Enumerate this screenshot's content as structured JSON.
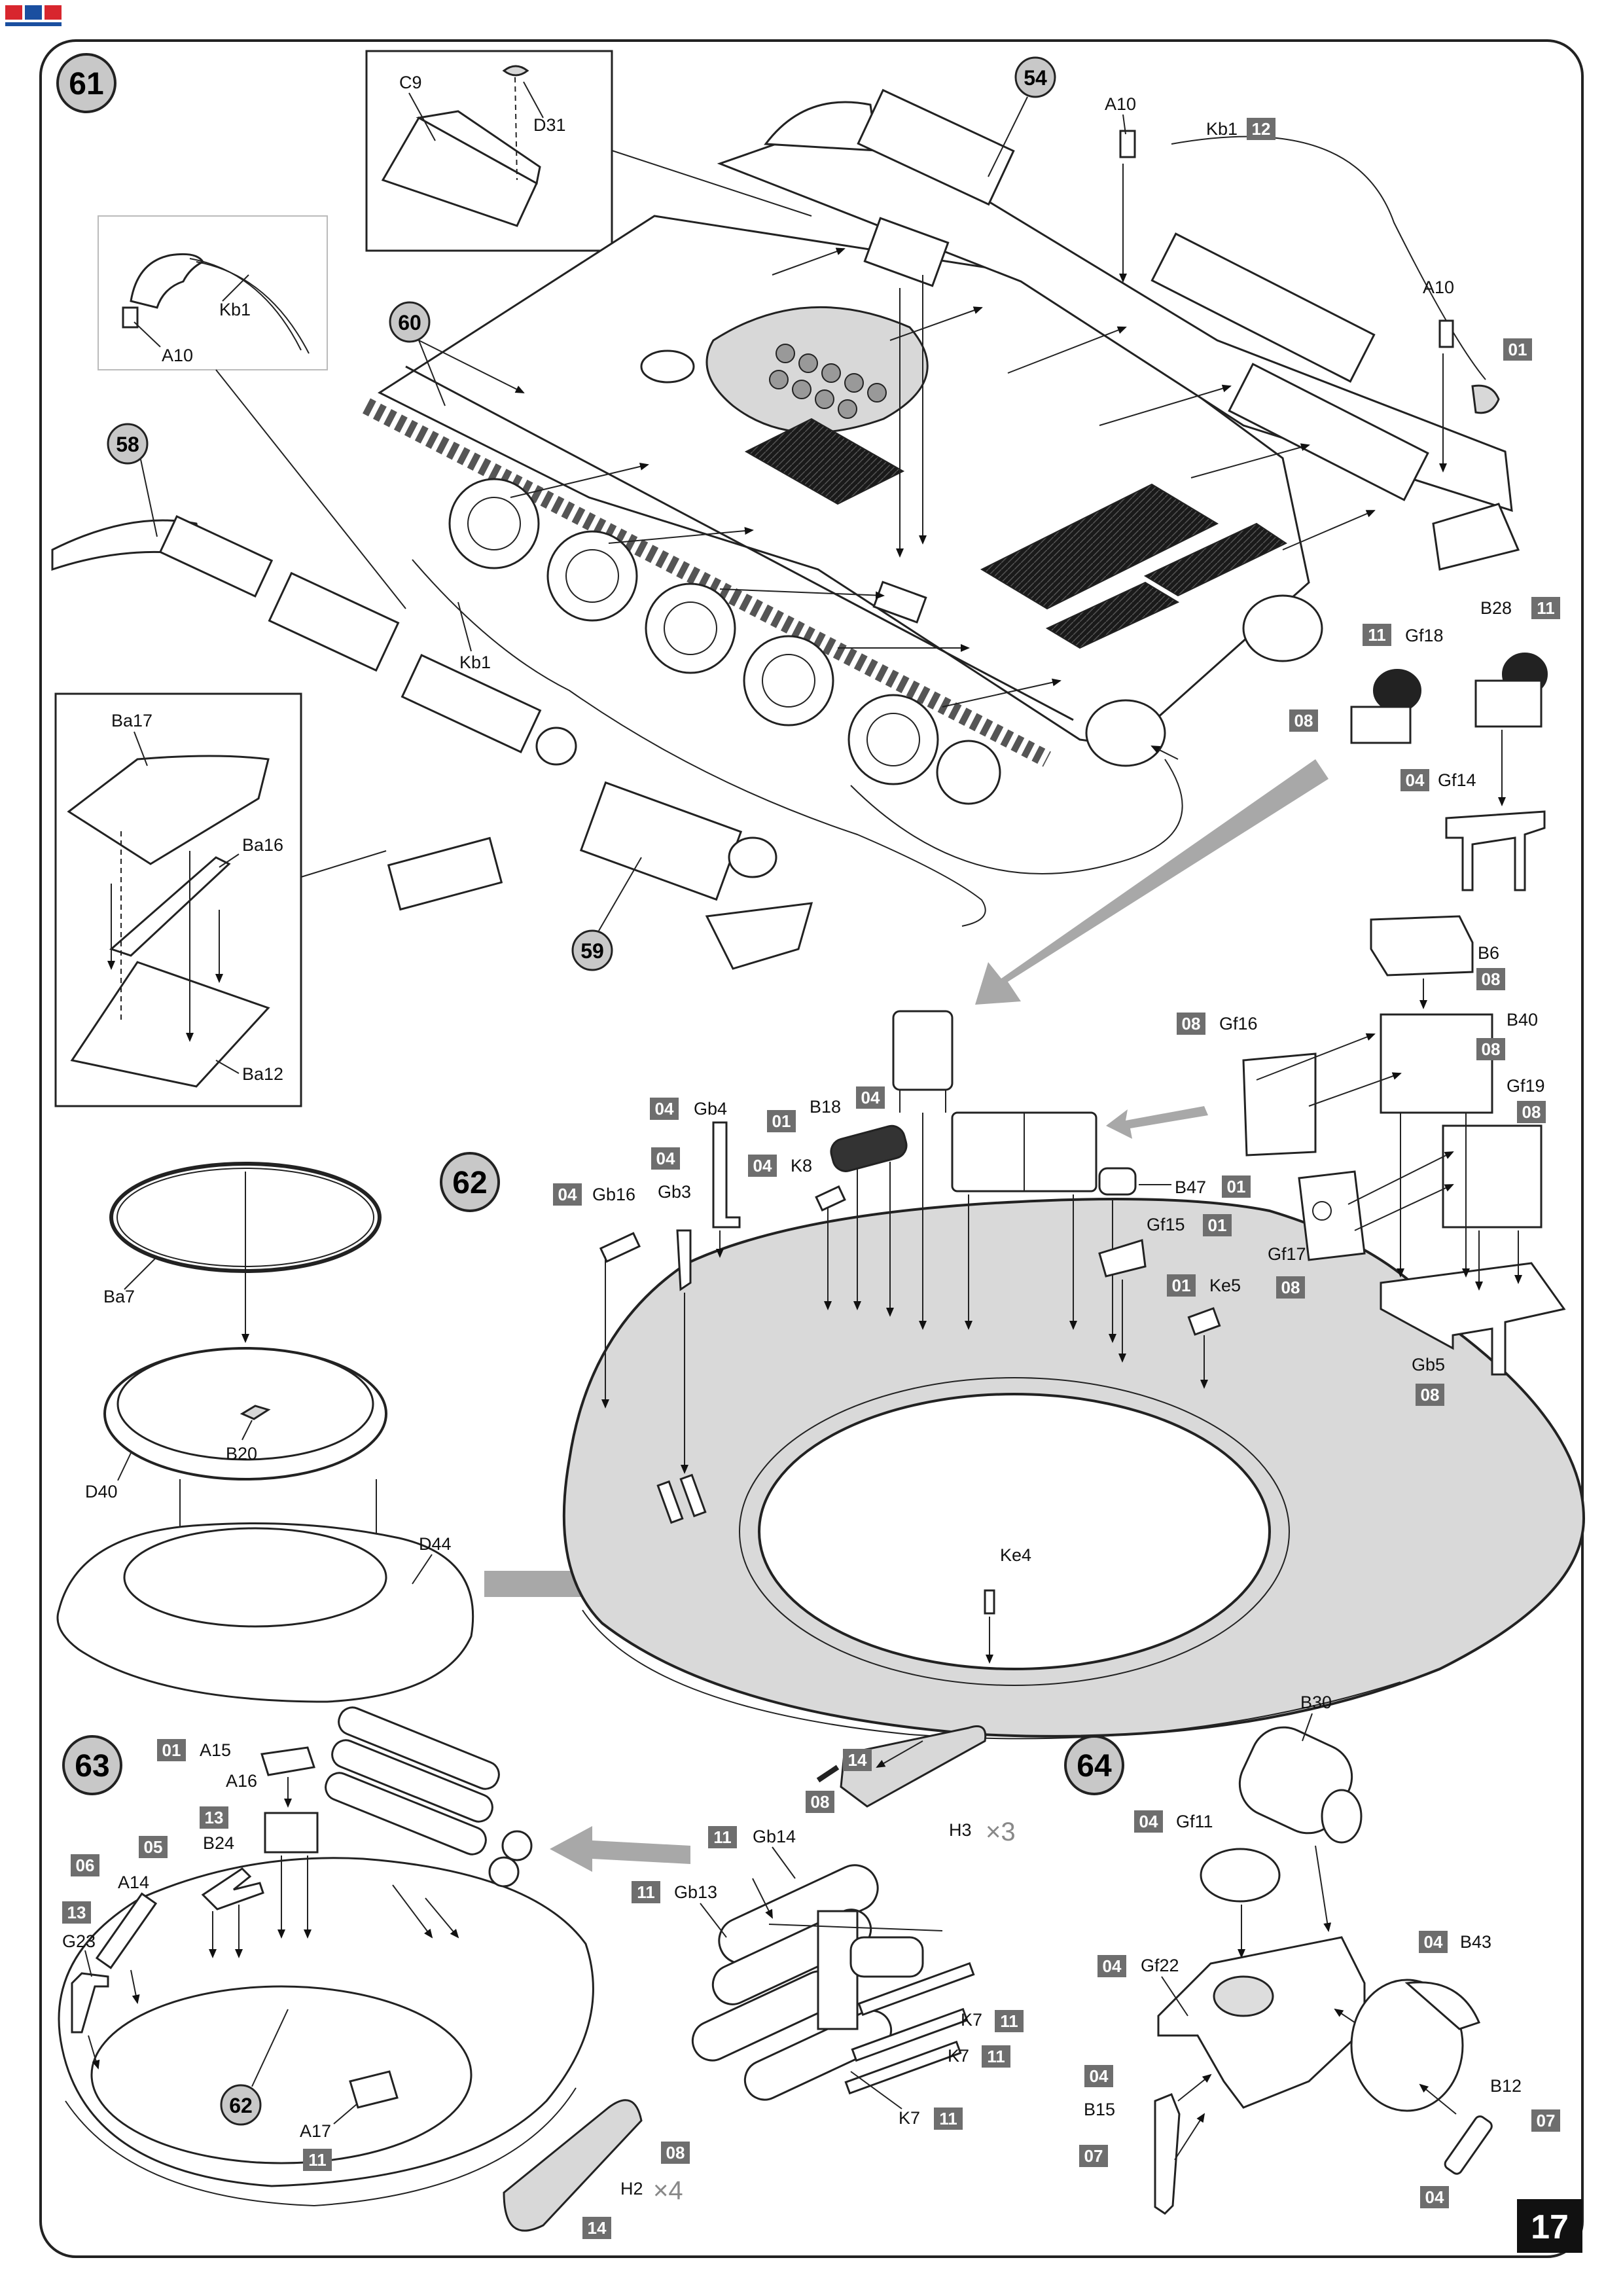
{
  "page": {
    "number": "17"
  },
  "brand": {
    "logo_icon": "brand-logo-icon",
    "logo_colors": [
      "#d8262e",
      "#1a4fa0"
    ]
  },
  "steps": {
    "s61": "61",
    "s62": "62",
    "s63": "63",
    "s64": "64"
  },
  "refs": {
    "r54": "54",
    "r58": "58",
    "r59": "59",
    "r60": "60",
    "r62": "62"
  },
  "colors": {
    "code_bg": "#6e6e6e",
    "code_text": "#ffffff",
    "arrow_gray": "#a8a8a8",
    "hatch": "#1a1a1a",
    "tint": "#d9d9d9"
  },
  "labels": {
    "c9": "C9",
    "d31": "D31",
    "a10_a": "A10",
    "kb1_a": "Kb1",
    "a10_b": "A10",
    "kb1_b": "Kb1",
    "a10_c": "A10",
    "kb1_c": "Kb1",
    "ba17": "Ba17",
    "ba16": "Ba16",
    "ba12": "Ba12",
    "gf18": "Gf18",
    "b28": "B28",
    "gf14": "Gf14",
    "b6": "B6",
    "gf16": "Gf16",
    "b40": "B40",
    "gf19": "Gf19",
    "gf17": "Gf17",
    "gb5": "Gb5",
    "gb4": "Gb4",
    "b18": "B18",
    "k8": "K8",
    "gb16": "Gb16",
    "gb3": "Gb3",
    "b47": "B47",
    "gf15": "Gf15",
    "ke5": "Ke5",
    "ba7": "Ba7",
    "b20": "B20",
    "d40": "D40",
    "d44": "D44",
    "ke4": "Ke4",
    "a15": "A15",
    "a16": "A16",
    "b24": "B24",
    "a14": "A14",
    "g23": "G23",
    "a17": "A17",
    "gb14": "Gb14",
    "gb13": "Gb13",
    "h3": "H3",
    "h2": "H2",
    "k7_a": "K7",
    "k7_b": "K7",
    "k7_c": "K7",
    "b30": "B30",
    "gf11": "Gf11",
    "gf22": "Gf22",
    "b43": "B43",
    "b15": "B15",
    "b12": "B12"
  },
  "codes": {
    "c_kb1": "12",
    "c_a10": "01",
    "c_gf18": "11",
    "c_b28": "11",
    "c_08a": "08",
    "c_gf14": "04",
    "c_b6": "08",
    "c_gf16": "08",
    "c_b40": "08",
    "c_gf19": "08",
    "c_gf17": "08",
    "c_gb5": "08",
    "c_gb4": "04",
    "c_b18a": "01",
    "c_b18b": "04",
    "c_gb3": "04",
    "c_k8": "04",
    "c_gb16": "04",
    "c_b47": "01",
    "c_gf15": "01",
    "c_ke5": "01",
    "c_a15": "01",
    "c_a16": "13",
    "c_b24": "05",
    "c_a14a": "06",
    "c_a14b": "13",
    "c_a17": "11",
    "c_h3a": "14",
    "c_h3b": "08",
    "c_gb14": "11",
    "c_gb13": "11",
    "c_k7a": "11",
    "c_k7b": "11",
    "c_k7c": "11",
    "c_h2a": "08",
    "c_h2b": "14",
    "c_gf11": "04",
    "c_gf22": "04",
    "c_b43": "04",
    "c_b15a": "04",
    "c_b15b": "07",
    "c_b12a": "07",
    "c_b12b": "04"
  },
  "quantities": {
    "h3": "3",
    "h2": "4"
  }
}
